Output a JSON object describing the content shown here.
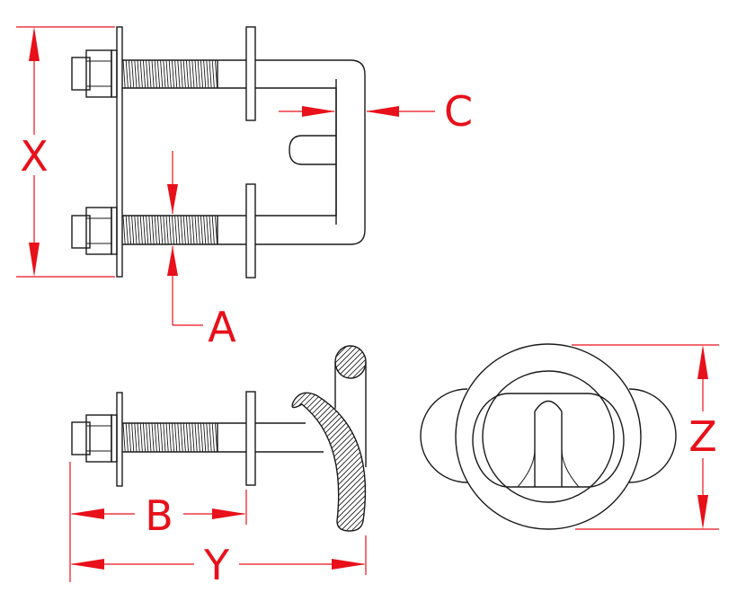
{
  "colors": {
    "dimension": "#e8101a",
    "line": "#1a1a1a",
    "background": "#ffffff"
  },
  "dimensions": {
    "x": "X",
    "a": "A",
    "c": "C",
    "b": "B",
    "y": "Y",
    "z": "Z"
  }
}
